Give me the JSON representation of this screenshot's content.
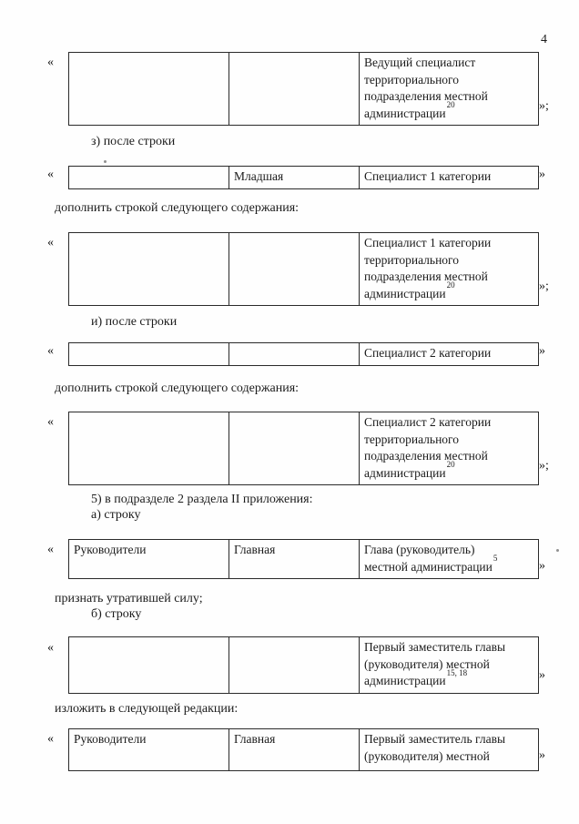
{
  "page": {
    "number": "4"
  },
  "marks": {
    "open": "«"
  },
  "paragraphs": {
    "after_line_z": "з) после строки",
    "add_line_1": "дополнить строкой следующего содержания:",
    "after_line_i": "и) после строки",
    "add_line_2": "дополнить строкой следующего содержания:",
    "item_5": "5) в подразделе 2 раздела II приложения:",
    "item_a": "а) строку",
    "invalidate": "признать утратившей силу;",
    "item_b": "б) строку",
    "restate": "изложить в следующей редакции:"
  },
  "tables": {
    "t1": {
      "close": "»;",
      "col1": "",
      "col2": "",
      "col3": {
        "line1": "Ведущий специалист",
        "line2": "территориального",
        "line3": "подразделения местной",
        "line4": "администрации",
        "sup": "20"
      }
    },
    "t2": {
      "close": "»",
      "col1": "",
      "col2": "Младшая",
      "col3": {
        "line1": "Специалист 1 категории"
      }
    },
    "t3": {
      "close": "»;",
      "col1": "",
      "col2": "",
      "col3": {
        "line1": "Специалист 1 категории",
        "line2": "территориального",
        "line3": "подразделения местной",
        "line4": "администрации",
        "sup": "20"
      }
    },
    "t4": {
      "close": "»",
      "col1": "",
      "col2": "",
      "col3": {
        "line1": "Специалист 2 категории"
      }
    },
    "t5": {
      "close": "»;",
      "col1": "",
      "col2": "",
      "col3": {
        "line1": "Специалист 2 категории",
        "line2": "территориального",
        "line3": "подразделения местной",
        "line4": "администрации",
        "sup": "20"
      }
    },
    "t6": {
      "close": "»",
      "col1": "Руководители",
      "col2": "Главная",
      "col3": {
        "line1": "Глава (руководитель)",
        "line2": "местной администрации",
        "sup": "5"
      }
    },
    "t7": {
      "close": "»",
      "col1": "",
      "col2": "",
      "col3": {
        "line1": "Первый заместитель главы",
        "line2": "(руководителя) местной",
        "line3": "администрации",
        "sup": "15, 18"
      }
    },
    "t8": {
      "close": "»",
      "col1": "Руководители",
      "col2": "Главная",
      "col3": {
        "line1": "Первый заместитель главы",
        "line2": "(руководителя) местной"
      }
    }
  }
}
